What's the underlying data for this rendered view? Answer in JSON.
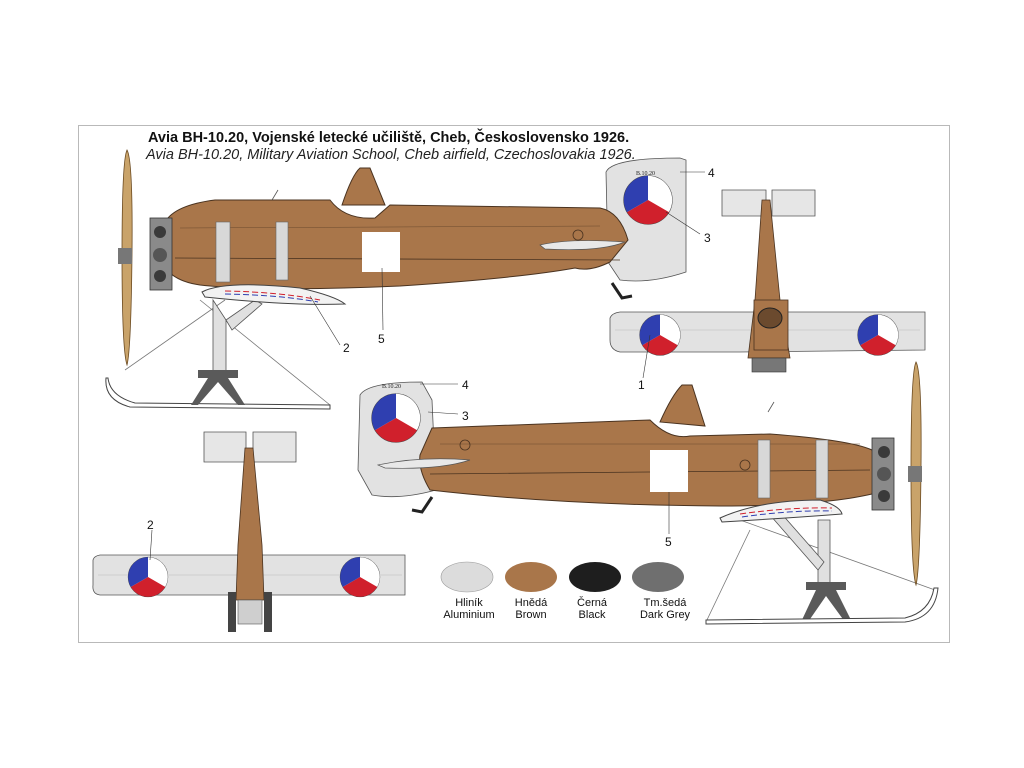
{
  "title": {
    "czech": "Avia BH-10.20, Vojenské letecké učiliště, Cheb, Československo 1926.",
    "english": "Avia BH-10.20, Military Aviation School, Cheb airfield, Czechoslovakia 1926."
  },
  "registration": "B.10.20",
  "callouts": [
    "1",
    "2",
    "3",
    "4",
    "5"
  ],
  "legend": [
    {
      "czech": "Hliník",
      "english": "Aluminium",
      "color": "#dcdcdc"
    },
    {
      "czech": "Hnědá",
      "english": "Brown",
      "color": "#a9764a"
    },
    {
      "czech": "Černá",
      "english": "Black",
      "color": "#1e1e1e"
    },
    {
      "czech": "Tm.šedá",
      "english": "Dark Grey",
      "color": "#6f6f6f"
    }
  ],
  "colors": {
    "brown": "#a9764a",
    "aluminium": "#e2e2e2",
    "roundel_blue": "#2f3fb0",
    "roundel_red": "#d0202c",
    "propeller": "#c9a36a"
  }
}
